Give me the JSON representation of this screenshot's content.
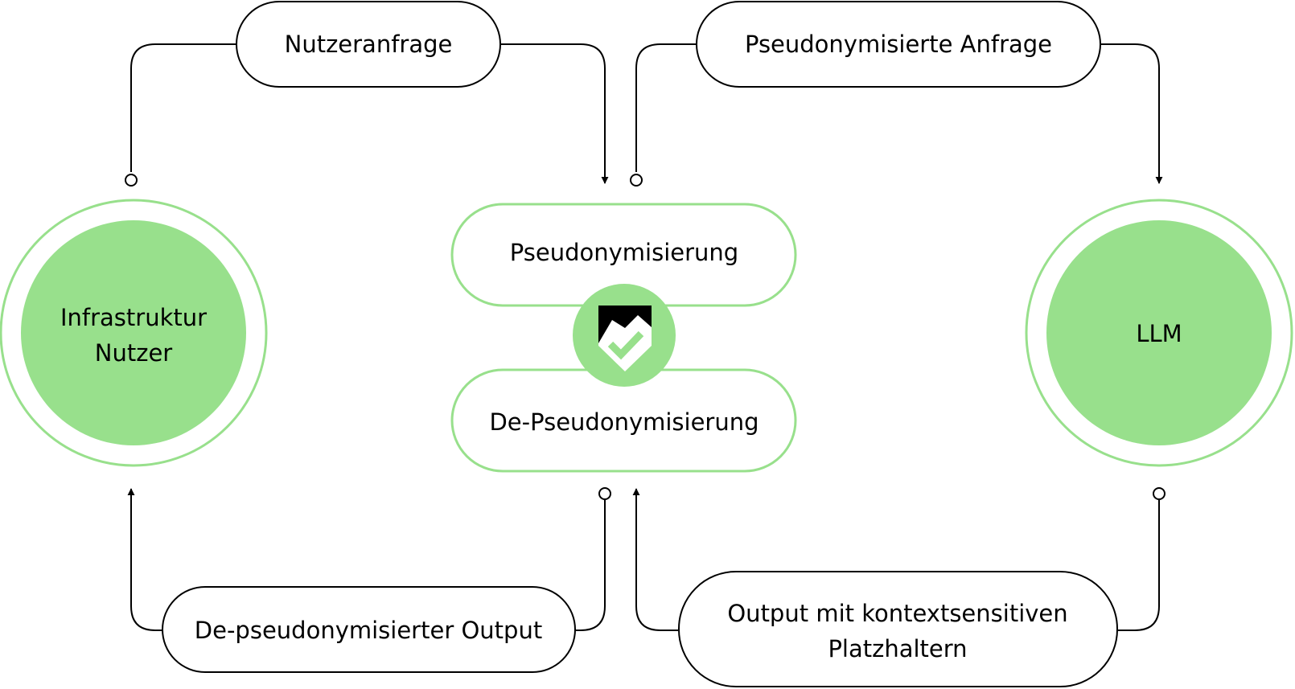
{
  "nodes": {
    "user": {
      "line1": "Infrastruktur",
      "line2": "Nutzer"
    },
    "llm": {
      "label": "LLM"
    },
    "pseudo": {
      "label": "Pseudonymisierung"
    },
    "depseudo": {
      "label": "De-Pseudonymisierung"
    }
  },
  "labels": {
    "user_request": "Nutzeranfrage",
    "pseudo_request": "Pseudonymisierte Anfrage",
    "depseudo_output": "De-pseudonymisierter Output",
    "output_placeholders_line1": "Output mit kontextsensitiven",
    "output_placeholders_line2": "Platzhaltern"
  },
  "colors": {
    "accent": "#98e08c",
    "ring": "#98e08c",
    "stroke": "#000000"
  },
  "icons": {
    "center": "shield-check-icon"
  }
}
